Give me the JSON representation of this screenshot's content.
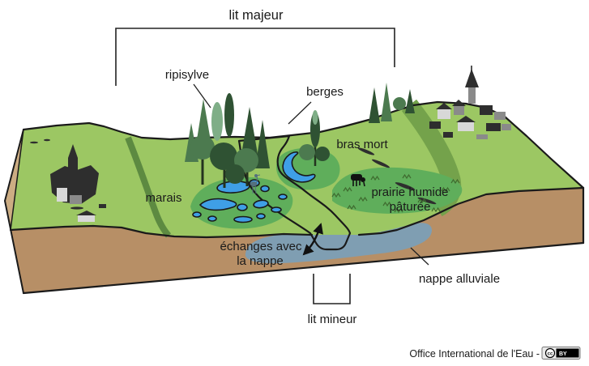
{
  "diagram": {
    "type": "hydrology-block-diagram",
    "labels": {
      "lit_majeur": "lit majeur",
      "ripisylve": "ripisylve",
      "berges": "berges",
      "bras_mort": "bras mort",
      "marais": "marais",
      "prairie_line1": "prairie humide",
      "prairie_line2": "pâturée",
      "echanges_line1": "échanges avec",
      "echanges_line2": "la nappe",
      "nappe_alluviale": "nappe alluviale",
      "lit_mineur": "lit mineur"
    },
    "attribution": {
      "text": "Office International de l'Eau - ",
      "cc": "cc",
      "license": "BY"
    },
    "colors": {
      "grass_light": "#9cc763",
      "grass_slope": "#74a24b",
      "slope_path": "#5d8a41",
      "wetland_green": "#5fae5b",
      "water_blue": "#3f9fe6",
      "groundwater": "#7f9eb2",
      "soil_front": "#b78f66",
      "soil_side": "#ccad83",
      "tree_dark": "#2f5233",
      "tree_mid": "#4c7a4f",
      "tree_light": "#7fae87",
      "village_dark": "#2e2e2e",
      "village_light": "#d8d8d8",
      "outline": "#1a1a1a",
      "text": "#1a1a1a"
    }
  }
}
